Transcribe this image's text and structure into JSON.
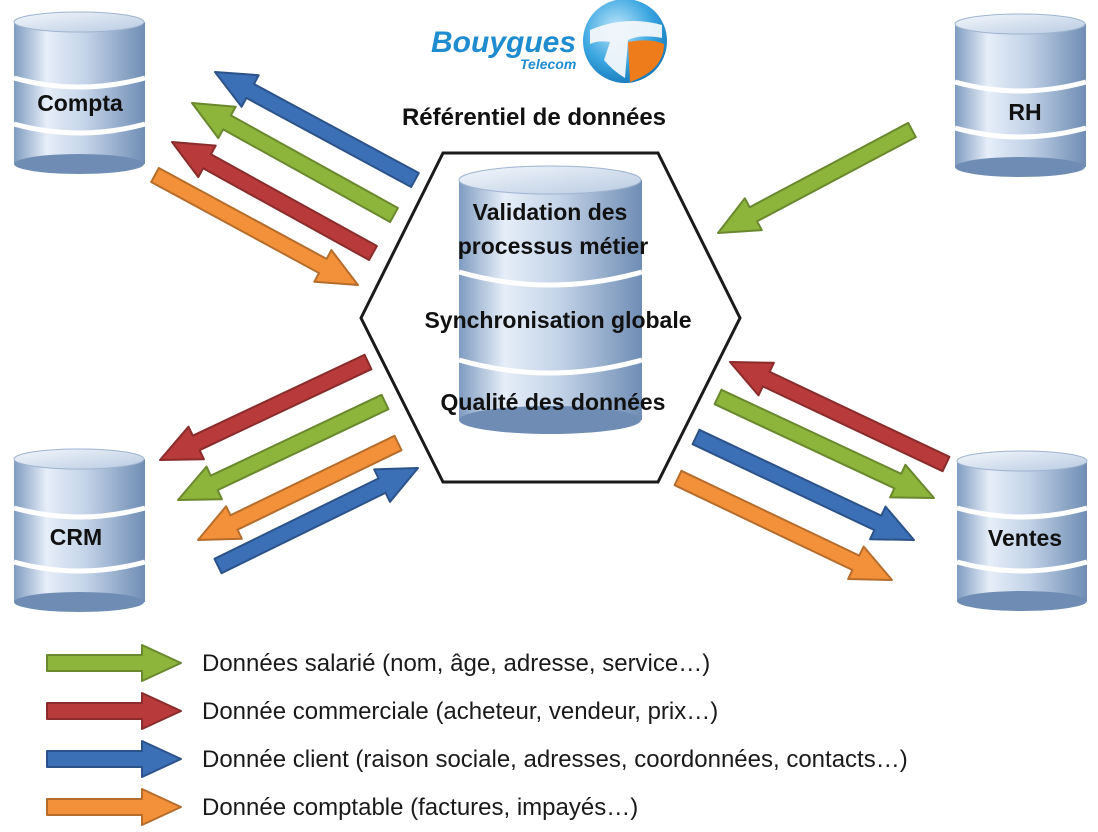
{
  "logo": {
    "brand": "Bouygues",
    "sub": "Telecom"
  },
  "hub": {
    "title": "Référentiel de données",
    "lines": [
      "Validation des",
      "processus métier",
      "Synchronisation globale",
      "Qualité des données"
    ]
  },
  "databases": {
    "compta": "Compta",
    "rh": "RH",
    "crm": "CRM",
    "ventes": "Ventes"
  },
  "colors": {
    "salarie": "#8db53c",
    "commerciale": "#b83a3a",
    "client": "#3b6fb6",
    "comptable": "#f3913a"
  },
  "legend": [
    {
      "key": "salarie",
      "label": "Données salarié (nom, âge, adresse, service…)"
    },
    {
      "key": "commerciale",
      "label": "Donnée commerciale (acheteur, vendeur, prix…)"
    },
    {
      "key": "client",
      "label": "Donnée client (raison sociale, adresses, coordonnées, contacts…)"
    },
    {
      "key": "comptable",
      "label": "Donnée comptable (factures, impayés…)"
    }
  ]
}
